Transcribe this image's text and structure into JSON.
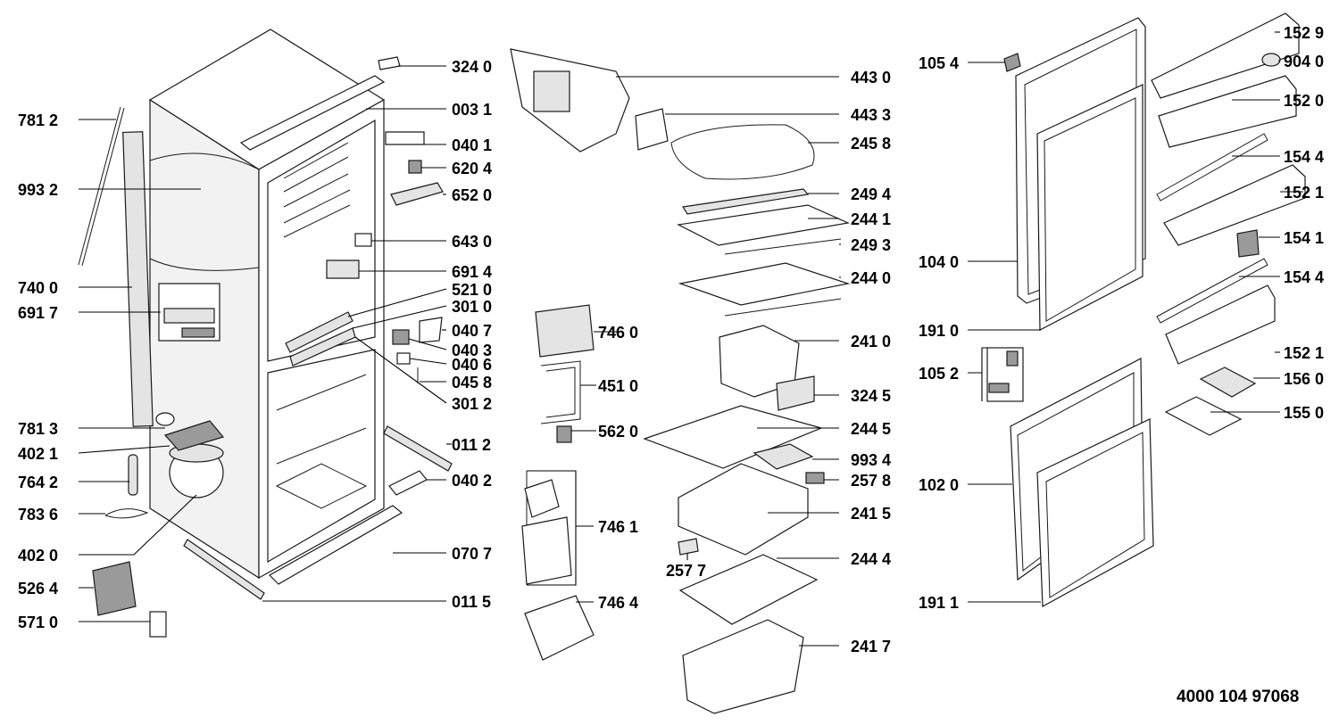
{
  "document_number": "4000 104 97068",
  "callouts": {
    "c3240": "324 0",
    "c0031": "003 1",
    "c0401": "040 1",
    "c6204": "620 4",
    "c6520": "652 0",
    "c6430": "643 0",
    "c6914": "691 4",
    "c5210": "521 0",
    "c3010": "301 0",
    "c0407": "040 7",
    "c0403": "040 3",
    "c0406": "040 6",
    "c0458": "045 8",
    "c3012": "301 2",
    "c0112": "011 2",
    "c0402": "040 2",
    "c0707": "070 7",
    "c0115": "011 5",
    "c7812": "781 2",
    "c9932": "993 2",
    "c7400": "740 0",
    "c6917": "691 7",
    "c7813": "781 3",
    "c4021": "402 1",
    "c7642": "764 2",
    "c7836": "783 6",
    "c4020": "402 0",
    "c5264": "526 4",
    "c5710": "571 0",
    "c4430": "443 0",
    "c4433": "443 3",
    "c2458": "245 8",
    "c2494": "249 4",
    "c2441": "244 1",
    "c2493": "249 3",
    "c2440": "244 0",
    "c7460": "746 0",
    "c2410": "241 0",
    "c4510": "451 0",
    "c3245": "324 5",
    "c5620": "562 0",
    "c2445": "244 5",
    "c9934": "993 4",
    "c2578": "257 8",
    "c7461": "746 1",
    "c2415": "241 5",
    "c2577": "257 7",
    "c2444": "244 4",
    "c7464": "746 4",
    "c2417": "241 7",
    "c1054": "105 4",
    "c1040": "104 0",
    "c1910": "191 0",
    "c1052": "105 2",
    "c1020": "102 0",
    "c1911": "191 1",
    "c1529": "152 9",
    "c9040": "904 0",
    "c1520": "152 0",
    "c1544a": "154 4",
    "c1521a": "152 1",
    "c1541": "154 1",
    "c1544b": "154 4",
    "c1521b": "152 1",
    "c1560": "156 0",
    "c1550": "155 0"
  }
}
